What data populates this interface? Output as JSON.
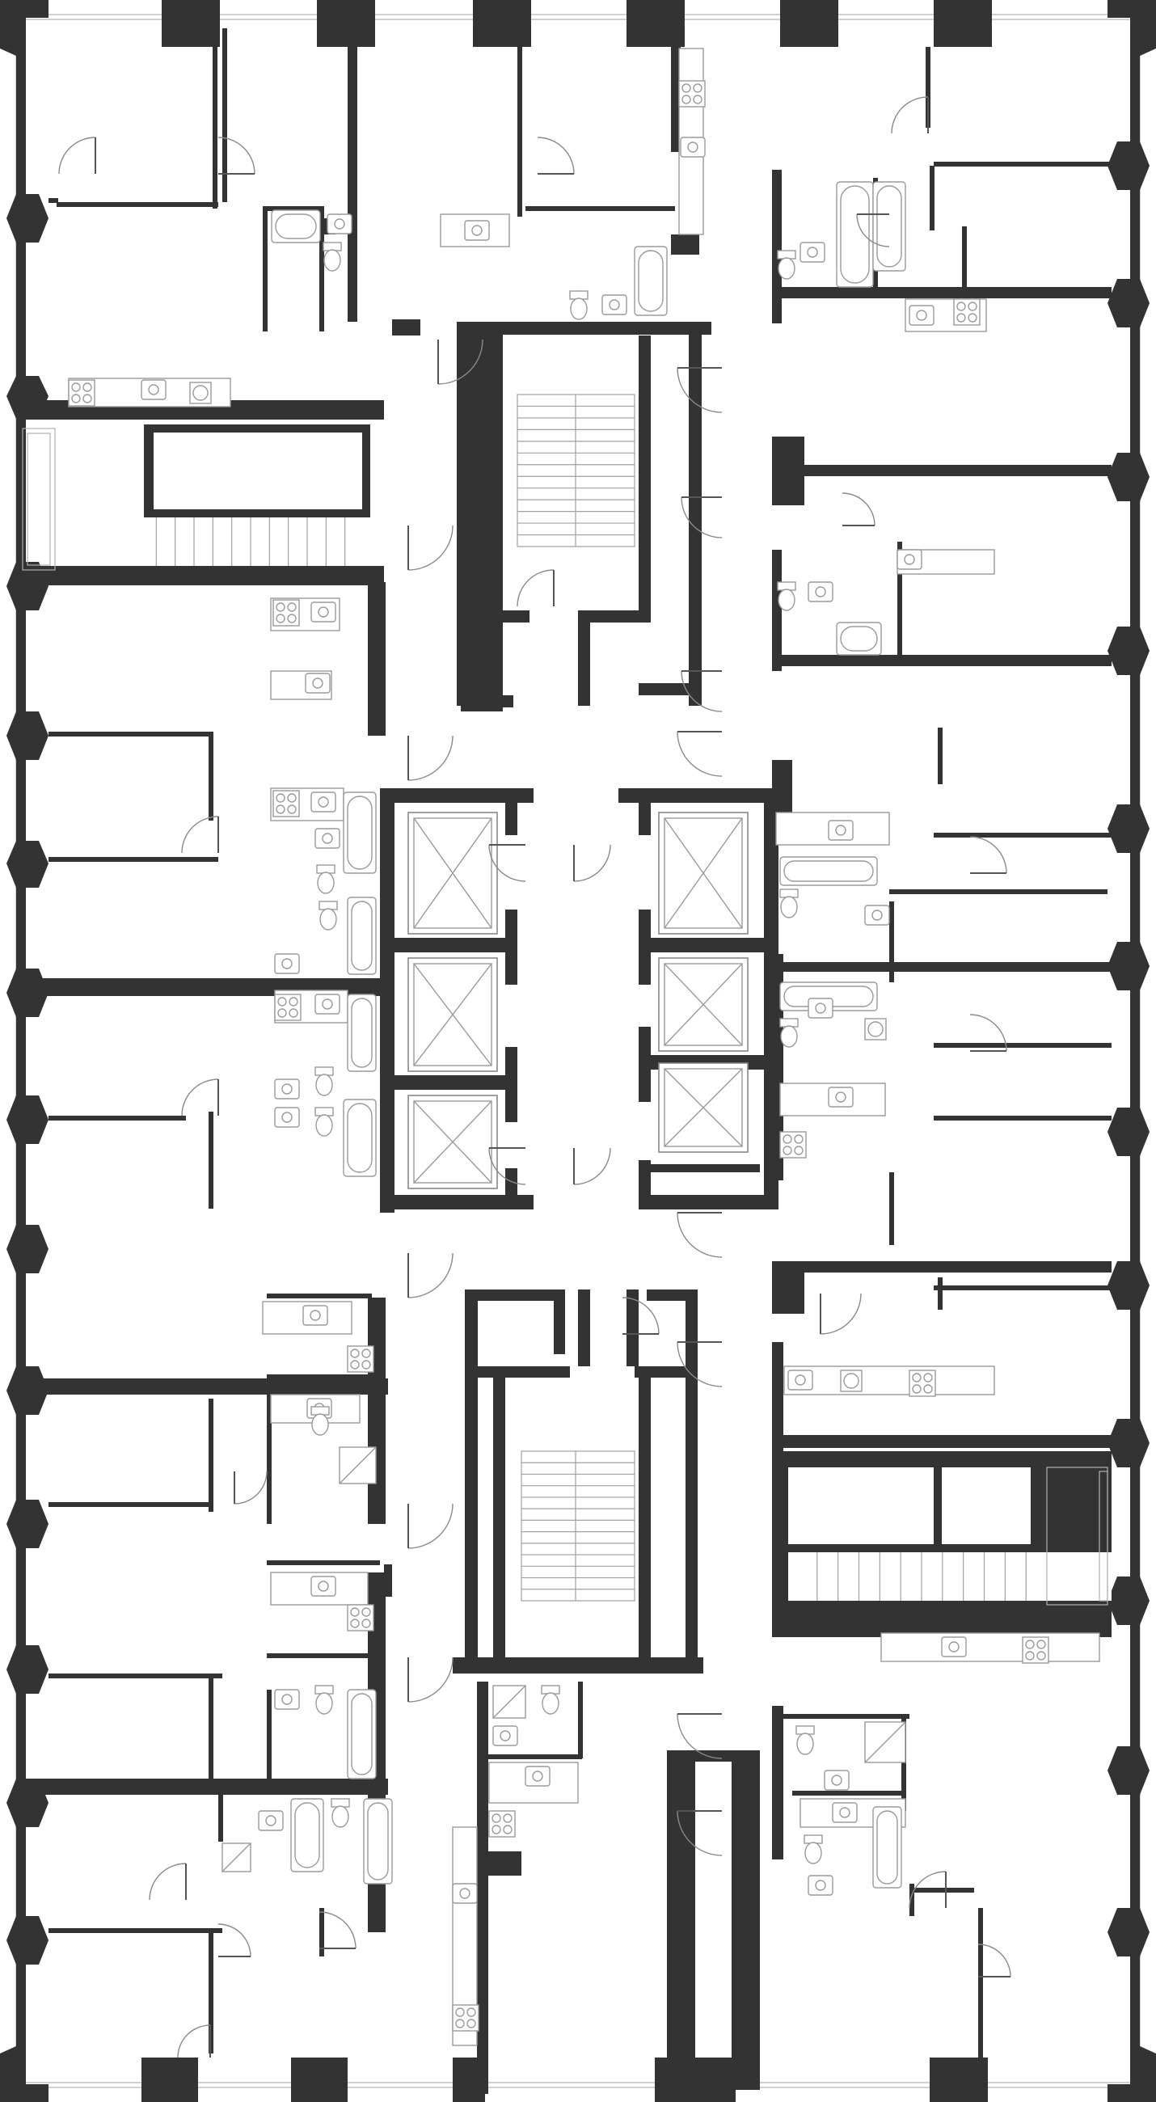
{
  "plan": {
    "type": "residential floor plan",
    "colors": {
      "background": "#ffffff",
      "walls": "#333333",
      "fixtures": "#9a9a9a",
      "doors": "#8a8a8a"
    },
    "core": {
      "stairwells": 2,
      "elevators": 6
    }
  }
}
